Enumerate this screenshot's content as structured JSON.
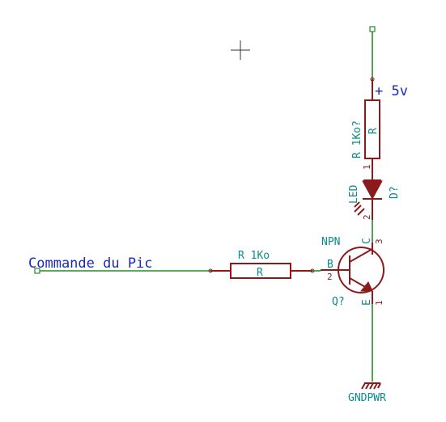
{
  "labels": {
    "input_net": "Commande du Pic",
    "supply_net": "+ 5v",
    "ground_symbol": "GNDPWR"
  },
  "resistor_top": {
    "reference": "R 1Ko?",
    "value": "R",
    "pin_bottom": "1"
  },
  "led": {
    "value": "LED",
    "reference": "D?",
    "pin": "2"
  },
  "transistor": {
    "type": "NPN",
    "reference": "Q?",
    "base_letter": "B",
    "base_pin": "2",
    "collector_letter": "C",
    "collector_pin": "3",
    "emitter_letter": "E",
    "emitter_pin": "1"
  },
  "resistor_left": {
    "reference": "R 1Ko",
    "value": "R"
  },
  "colors": {
    "wire": "#2a8a2a",
    "component": "#8b1a1a",
    "text_teal": "#0a8a8a",
    "text_blue": "#1a2ab8"
  }
}
